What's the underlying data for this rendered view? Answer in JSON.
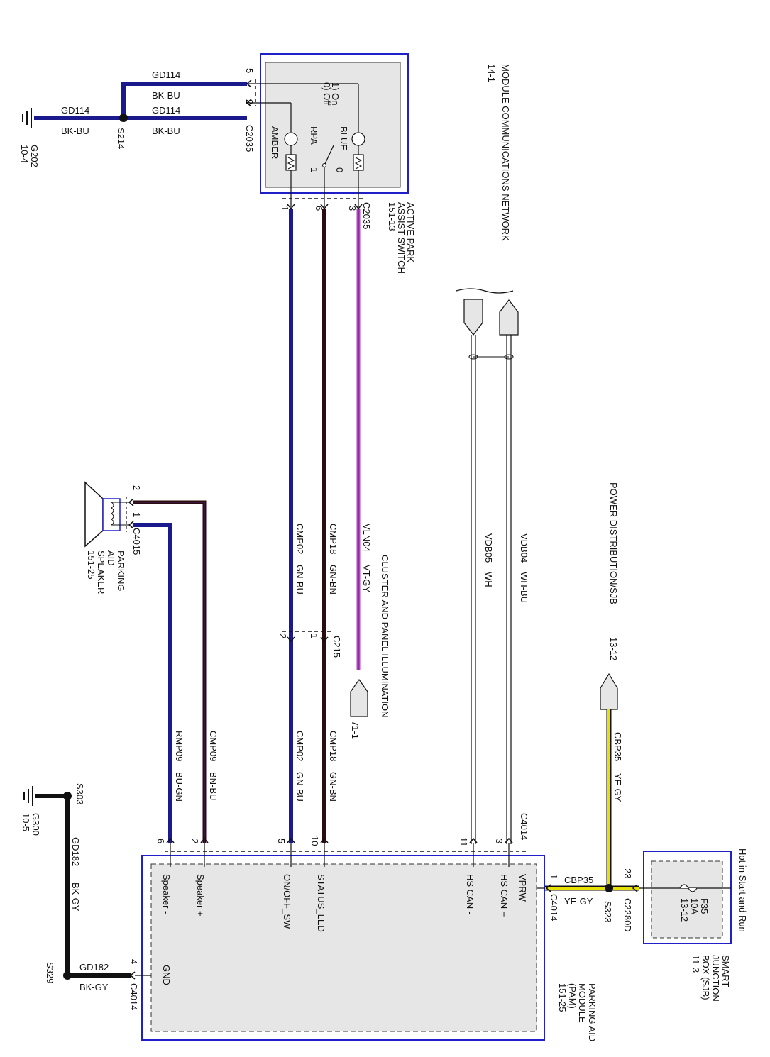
{
  "switch_module": {
    "title_lines": [
      "ACTIVE PARK",
      "ASSIST SWITCH",
      "151-13"
    ],
    "connector_top": "C2035",
    "connector_bottom": "C2035",
    "pos_labels": [
      "0) Off",
      "1) On"
    ],
    "lamp_amber": "AMBER",
    "lamp_blue": "BLUE",
    "rpa": "RPA",
    "sw_1": "1",
    "sw_0": "0",
    "pin_top_5": "5",
    "pin_top_2": "2",
    "pin_b_1": "1",
    "pin_b_6": "6",
    "pin_b_3": "3"
  },
  "module_comm": {
    "title": "MODULE COMMUNICATIONS NETWORK",
    "ref": "14-1"
  },
  "ground_wires": {
    "top_circuit": "GD114",
    "top_color": "BK-BU",
    "mid_circuit": "GD114",
    "mid_color": "BK-BU",
    "left_circuit": "GD114",
    "left_color": "BK-BU",
    "splice_s214": "S214",
    "ground_g202": "G202",
    "ground_g202_ref": "10-4"
  },
  "illumination": {
    "title": "CLUSTER AND PANEL ILLUMINATION",
    "ref": "71-1"
  },
  "wires": {
    "vln04": "VLN04",
    "vln04_color": "VT-GY",
    "cmp18": "CMP18",
    "cmp18_color": "GN-BN",
    "cmp02": "CMP02",
    "cmp02_color": "GN-BU",
    "vdb04": "VDB04",
    "vdb04_color": "WH-BU",
    "vdb05": "VDB05",
    "vdb05_color": "WH",
    "cmp09": "CMP09",
    "cmp09_color": "BN-BU",
    "rmp09": "RMP09",
    "rmp09_color": "BU-GN",
    "cbp35": "CBP35",
    "cbp35_color": "YE-GY",
    "cbp35b": "CBP35",
    "cbp35b_color": "YE-GY",
    "gd182": "GD182",
    "gd182_color": "BK-GY",
    "gd182b": "GD182",
    "gd182b_color": "BK-GY"
  },
  "c215": {
    "name": "C215",
    "pin1": "1",
    "pin2": "2"
  },
  "speaker": {
    "title_lines": [
      "PARKING",
      "AID",
      "SPEAKER",
      "151-25"
    ],
    "connector": "C4015",
    "pin2": "2",
    "pin1": "1"
  },
  "power_dist": {
    "title": "POWER DISTRIBUTION/SJB",
    "ref": "13-12"
  },
  "sjb": {
    "hot_label": "Hot in Start and Run",
    "fuse": "F35",
    "rating": "10A",
    "ref": "13-12",
    "title_lines": [
      "SMART",
      "JUNCTION",
      "BOX (SJB)",
      "11-3"
    ],
    "connector": "C2280D",
    "pin": "23"
  },
  "splice_s323": "S323",
  "pam": {
    "title_lines": [
      "PARKING AID",
      "MODULE",
      "(PAM)",
      "151-25"
    ],
    "connector_c4014": "C4014",
    "pins": {
      "vprw": "1",
      "hscanp": "3",
      "hscann": "11",
      "status": "10",
      "onoff": "5",
      "spkp": "2",
      "spkn": "6",
      "gnd": "4"
    },
    "labels": {
      "vprw": "VPRW",
      "hscanp": "HS CAN +",
      "hscann": "HS CAN -",
      "status": "STATUS_LED",
      "onoff": "ON/OFF_SW",
      "spkp": "Speaker +",
      "spkn": "Speaker -",
      "gnd": "GND"
    }
  },
  "grounds": {
    "s303": "S303",
    "g300": "G300",
    "g300_ref": "10-5",
    "s329": "S329"
  },
  "colors": {
    "module_border": "#2020c8",
    "box_fill": "#e6e6e6",
    "wire_blue": "#1a1a8c",
    "wire_brown": "#2a0d0d",
    "wire_violet": "#b040c0",
    "wire_yellow": "#e8e000",
    "wire_black": "#111111"
  }
}
